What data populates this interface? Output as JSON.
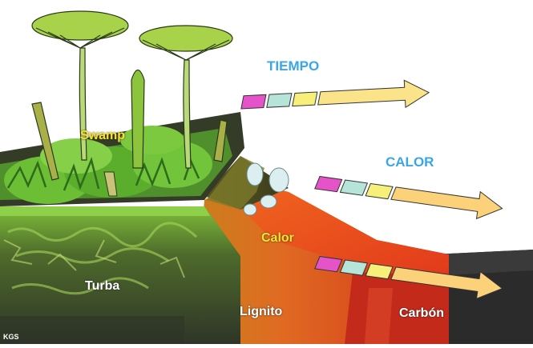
{
  "labels": {
    "tiempo": "TIEMPO",
    "calor_arrow": "CALOR",
    "swamp": "Swamp",
    "calor": "Calor",
    "turba": "Turba",
    "lignito": "Lignito",
    "carbon": "Carbón",
    "credit": "KGS"
  },
  "arrows": [
    {
      "name": "tiempo-arrow",
      "colors": [
        "#e454c8",
        "#b6e4d8",
        "#f6f07a",
        "#fbe38a"
      ]
    },
    {
      "name": "calor-arrow",
      "colors": [
        "#e454c8",
        "#b6e4d8",
        "#f6f07a",
        "#fbd27a"
      ]
    },
    {
      "name": "coal-arrow",
      "colors": [
        "#e454c8",
        "#b6e4d8",
        "#f6f07a",
        "#fbd27a"
      ]
    }
  ],
  "colors": {
    "sky": "#ffffff",
    "swamp_green": "#6fbf3c",
    "peat": "#3f4a2e",
    "lignite_orange": "#e8662a",
    "coal_black": "#2b2b2b",
    "label_blue": "#3aa6e6"
  }
}
